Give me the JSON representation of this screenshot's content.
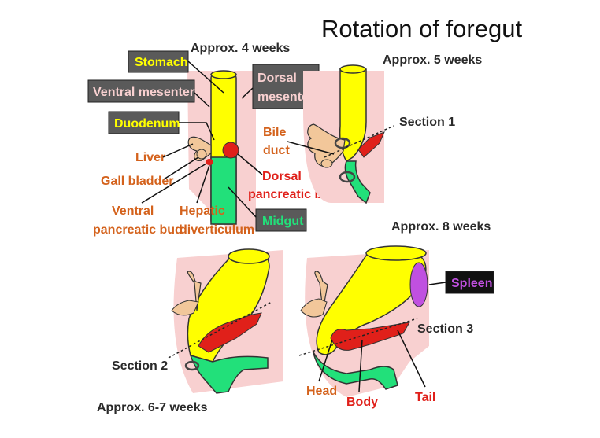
{
  "title": "Rotation of foregut",
  "stages": {
    "week4": "Approx. 4 weeks",
    "week5": "Approx. 5 weeks",
    "week67": "Approx. 6-7 weeks",
    "week8": "Approx. 8 weeks"
  },
  "boxed_labels": {
    "stomach": "Stomach",
    "ventral_mesentery": "Ventral mesentery",
    "dorsal_mesentery_1": "Dorsal",
    "dorsal_mesentery_2": "mesentery",
    "duodenum": "Duodenum",
    "midgut": "Midgut",
    "spleen": "Spleen"
  },
  "labels": {
    "liver": "Liver",
    "gall_bladder": "Gall bladder",
    "ventral_pancreatic_bud_1": "Ventral",
    "ventral_pancreatic_bud_2": "pancreatic bud",
    "hepatic_diverticulum_1": "Hepatic",
    "hepatic_diverticulum_2": "diverticulum",
    "dorsal_pancreatic_bud_1": "Dorsal",
    "dorsal_pancreatic_bud_2": "pancreatic bud",
    "bile_duct_1": "Bile",
    "bile_duct_2": "duct",
    "section1": "Section 1",
    "section2": "Section 2",
    "section3": "Section 3",
    "head": "Head",
    "body": "Body",
    "tail": "Tail"
  },
  "colors": {
    "stomach_yellow": "#ffff00",
    "midgut_green": "#22e07a",
    "pancreas_red": "#e0201a",
    "mesentery_pink": "#f8d0d0",
    "liver_tan": "#f2c79a",
    "spleen_purple": "#c050e0",
    "label_box_gray": "#5a5a5a"
  }
}
